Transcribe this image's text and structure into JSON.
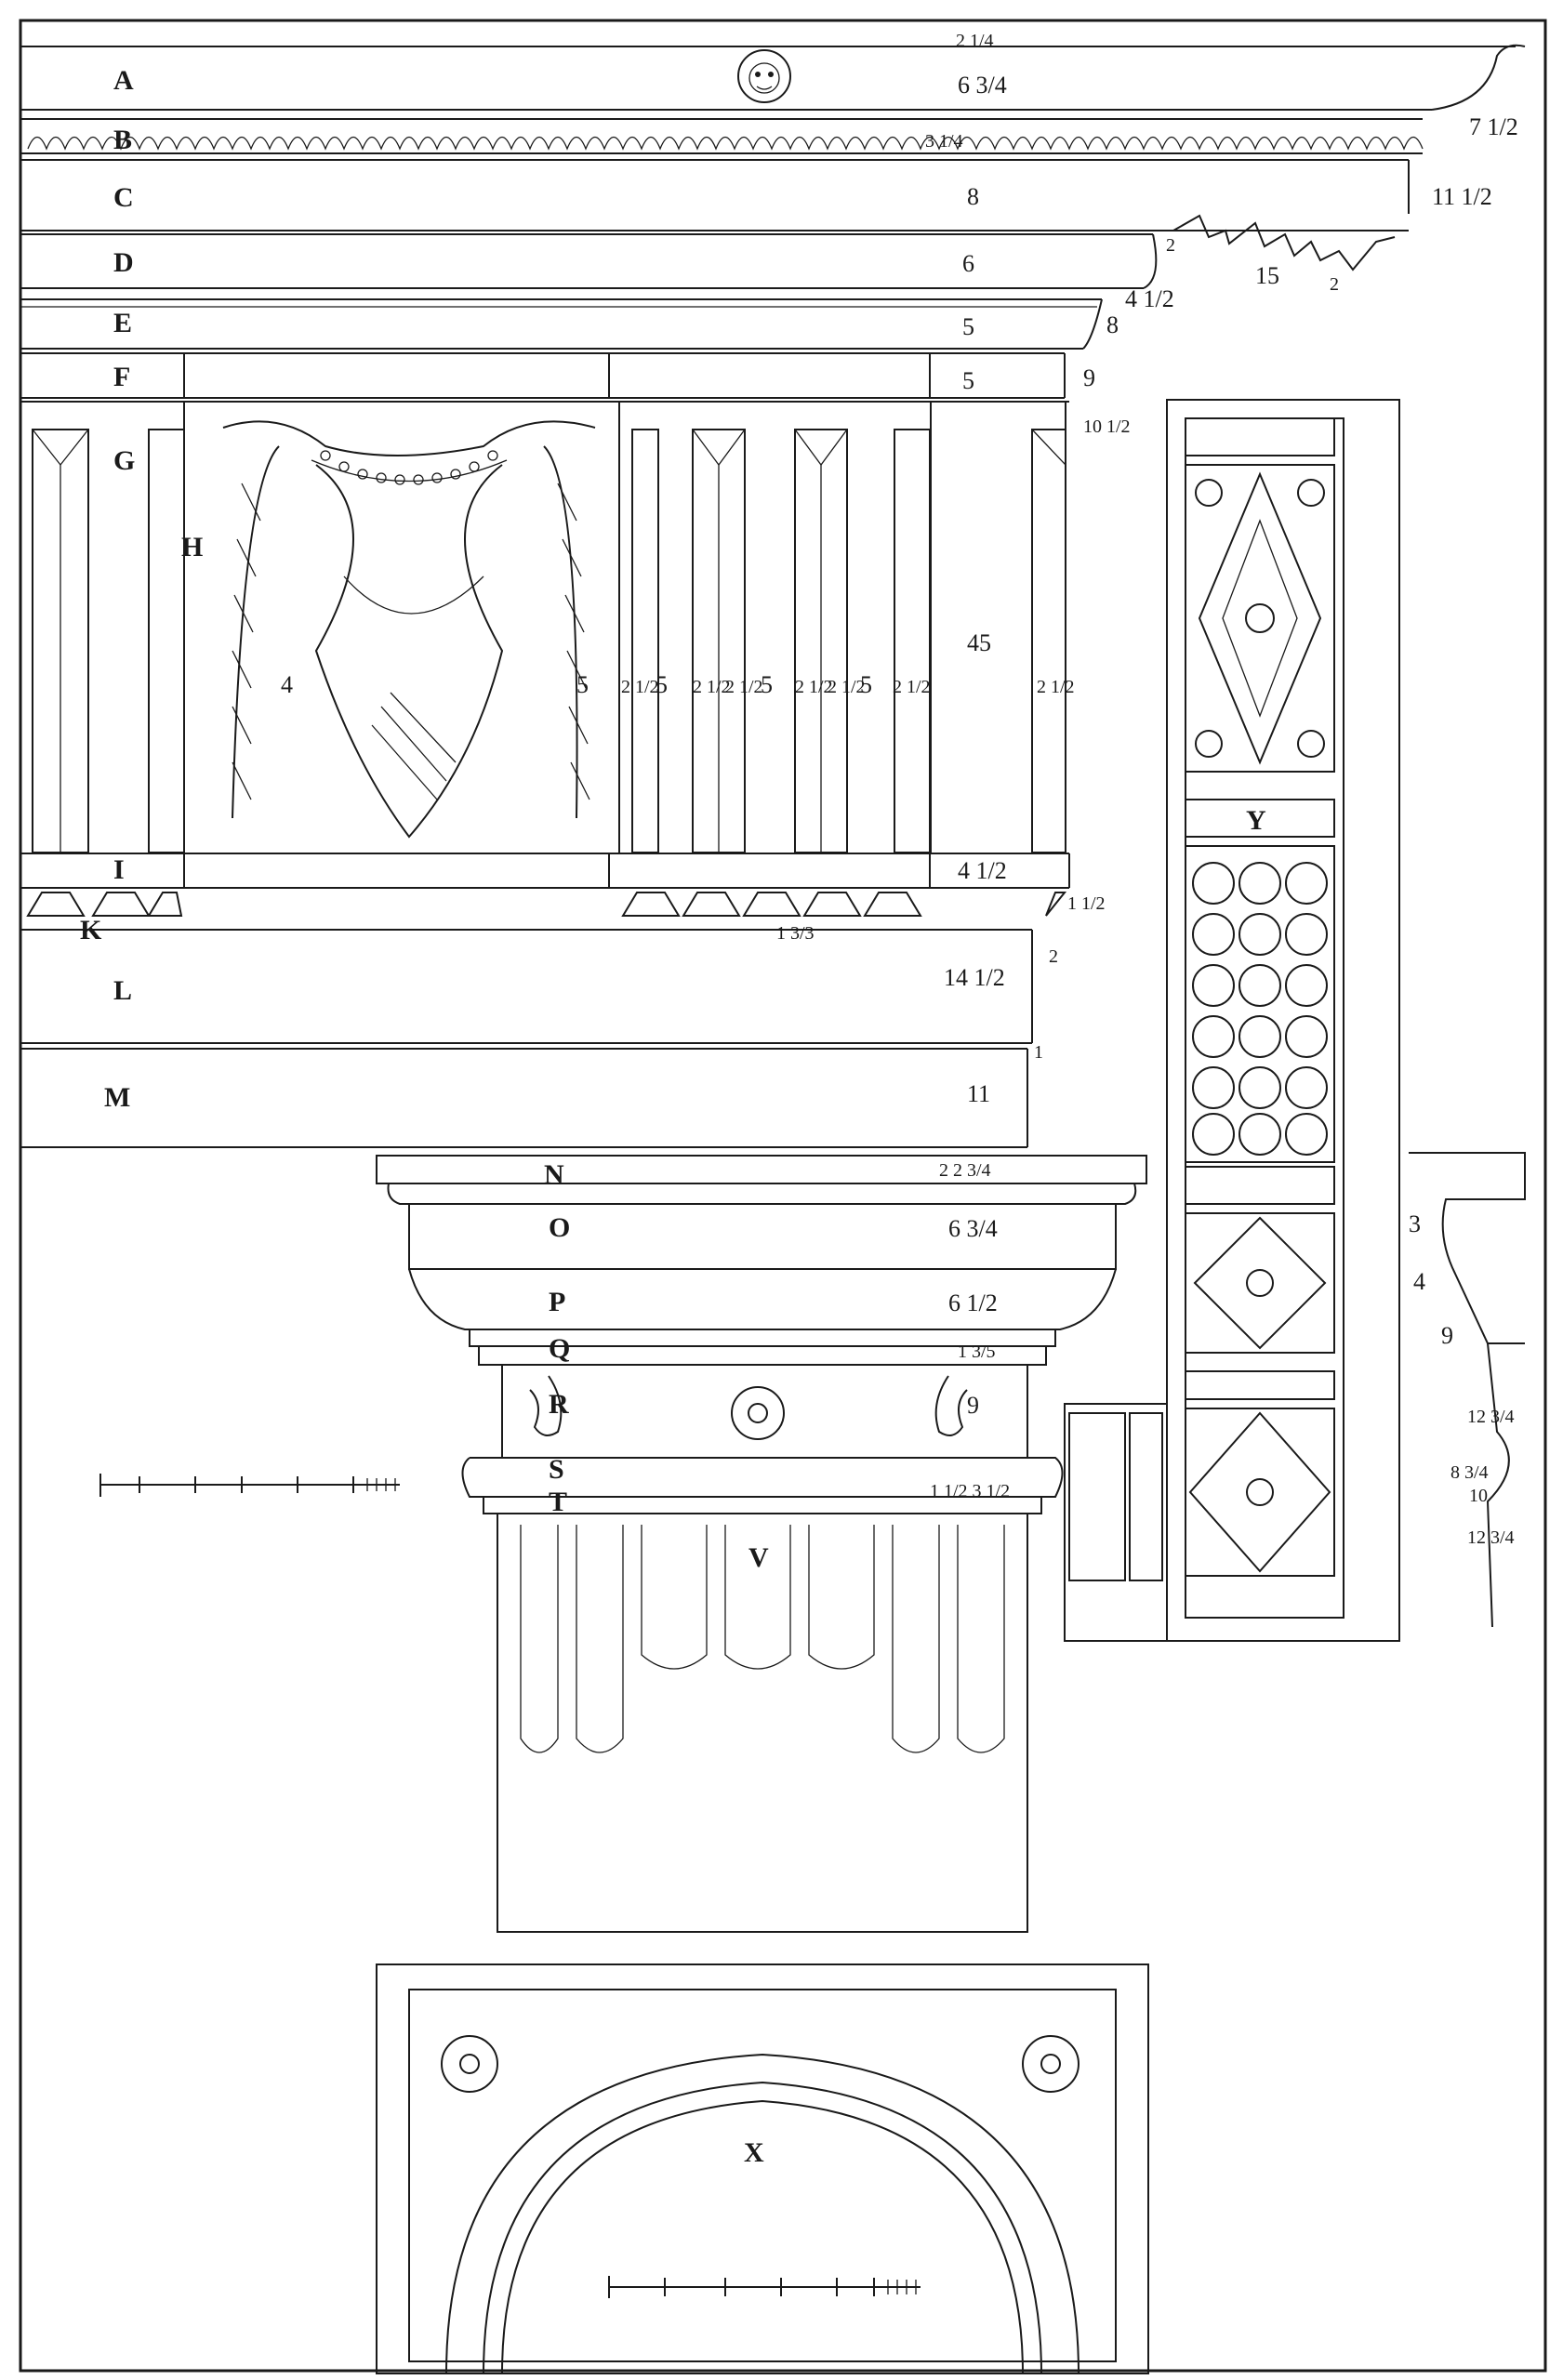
{
  "letters": {
    "A": "A",
    "B": "B",
    "C": "C",
    "D": "D",
    "E": "E",
    "F": "F",
    "G": "G",
    "H": "H",
    "I": "I",
    "K": "K",
    "L": "L",
    "M": "M",
    "N": "N",
    "O": "O",
    "P": "P",
    "Q": "Q",
    "R": "R",
    "S": "S",
    "T": "T",
    "V": "V",
    "X": "X",
    "Y": "Y"
  },
  "dims": {
    "A": "6 3/4",
    "A_top": "2 1/4",
    "B": "3 1/4",
    "C": "8",
    "D": "6",
    "E": "5",
    "F": "5",
    "G": "45",
    "I": "4 1/2",
    "K": "1 3/3",
    "L": "14 1/2",
    "M": "11",
    "N": "2 2 3/4",
    "O": "6 3/4",
    "P": "6 1/2",
    "Q": "1 3/5",
    "R": "9",
    "S": "1 1/2 3 1/2",
    "r_top": "7 1/2",
    "r_c": "11 1/2",
    "r_e": "4 1/2",
    "r_e2": "8",
    "r_f": "9",
    "r_g": "10 1/2",
    "r_k": "1 1/2",
    "r_k2": "2",
    "r_l": "1",
    "d_15": "15",
    "d_2a": "2",
    "d_2b": "2",
    "m_4": "4",
    "m_5": "5",
    "tg_a": "2 1/2",
    "tg_b": "2 1/2",
    "tg_c": "2 1/2",
    "tg_d": "2 1/2",
    "tg_e": "2 1/2",
    "tg_f": "2 1/2",
    "tg_g": "2 1/2",
    "tg_5a": "5",
    "tg_5b": "5",
    "tg_5c": "5",
    "side_3": "3",
    "side_4": "4",
    "side_9": "9",
    "side_12a": "12 3/4",
    "side_8": "8 3/4",
    "side_10": "10",
    "side_12b": "12 3/4"
  }
}
